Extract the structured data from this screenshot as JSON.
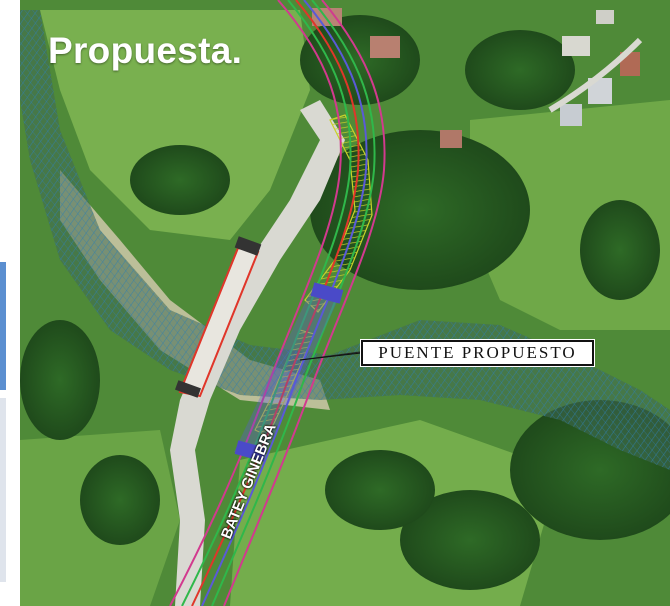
{
  "title": "Propuesta.",
  "labels": {
    "bridge": "PUENTE PROPUESTO",
    "road": "BATEY GINEBRA"
  },
  "colors": {
    "vegetation": "#3f7a2f",
    "vegetation_light": "#7fb35a",
    "river_hatch": "#2f7fae",
    "road_surface": "#d9d9d2",
    "alignment_red": "#e0362a",
    "alignment_green": "#2fb84a",
    "alignment_magenta": "#d23a8e",
    "alignment_blue": "#5a5ad8",
    "slope_hatch": "#c8d22a",
    "title_text": "#ffffff"
  }
}
